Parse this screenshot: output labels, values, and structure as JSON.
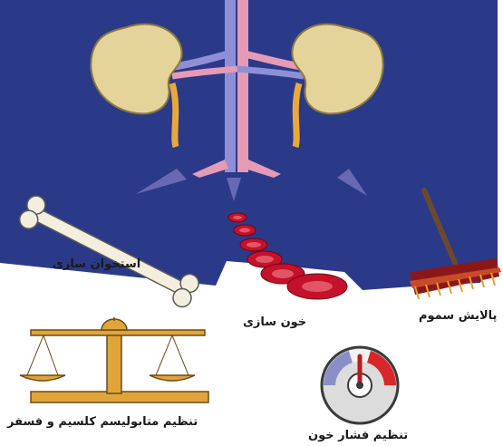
{
  "labels": {
    "bone_formation": "استخوان سازی",
    "blood_formation": "خون سازی",
    "toxin_purification": "پالایش سموم",
    "calcium_phosphorus": "تنظیم متابولیسم کلسیم و فسفر",
    "blood_pressure": "تنظیم فشار خون"
  },
  "icons": {
    "kidneys": "kidneys-icon",
    "bone": "bone-icon",
    "blood_cells": "red-blood-cells-icon",
    "broom": "broom-icon",
    "scale": "balance-scale-icon",
    "gauge": "pressure-gauge-icon"
  },
  "colors": {
    "background": "#2b3a88",
    "kidney": "#e4d49a",
    "artery": "#e59bb5",
    "vein": "#8f8fd8",
    "ureter": "#e9a93a",
    "blood": "#c3122a"
  }
}
